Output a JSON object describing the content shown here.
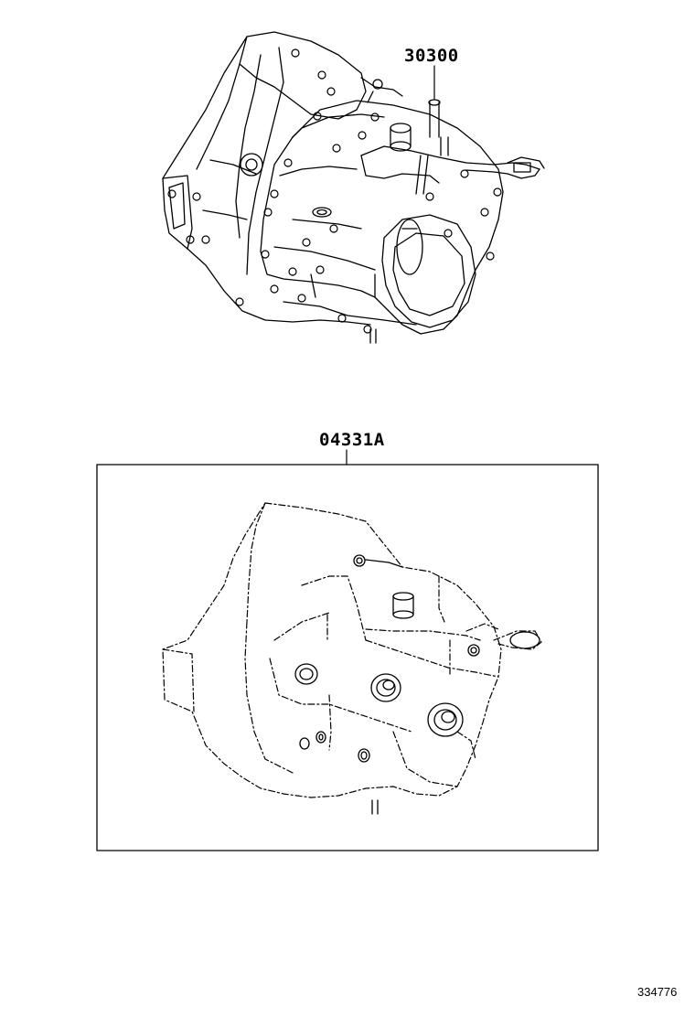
{
  "callouts": {
    "transmission_assy": "30300",
    "gasket_kit": "04331A"
  },
  "illustration_id": "334776"
}
